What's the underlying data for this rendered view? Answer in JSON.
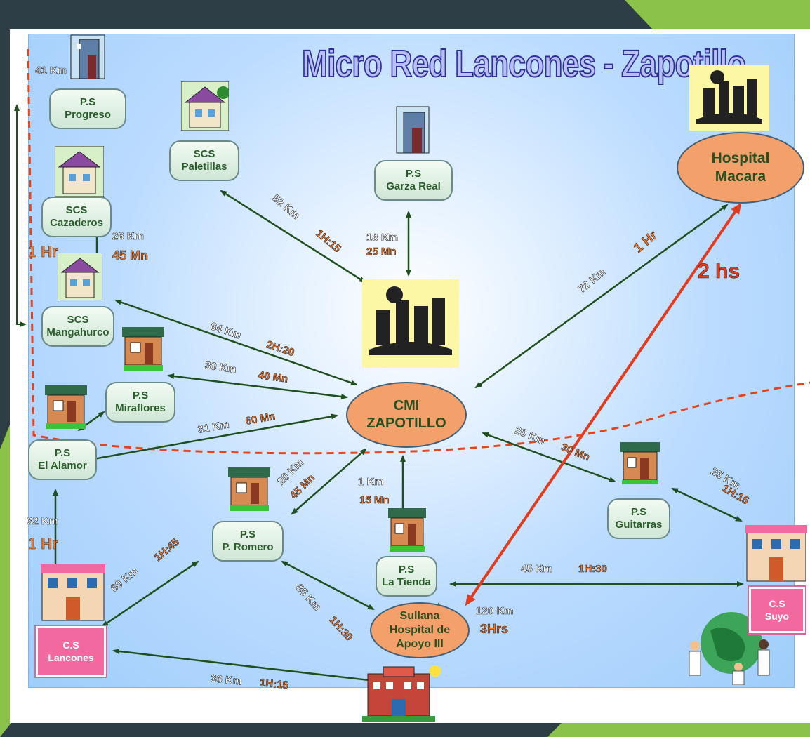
{
  "title": "Micro Red Lancones - Zapotillo",
  "nodes": {
    "progreso": [
      "P.S",
      "Progreso"
    ],
    "paletillas": [
      "SCS",
      "Paletillas"
    ],
    "garza_real": [
      "P.S",
      "Garza Real"
    ],
    "cazaderos": [
      "SCS",
      "Cazaderos"
    ],
    "mangahurco": [
      "SCS",
      "Mangahurco"
    ],
    "miraflores": [
      "P.S",
      "Miraflores"
    ],
    "el_alamor": [
      "P.S",
      "El Alamor"
    ],
    "p_romero": [
      "P.S",
      "P. Romero"
    ],
    "la_tienda": [
      "P.S",
      "La Tienda"
    ],
    "guitarras": [
      "P.S",
      "Guitarras"
    ],
    "cmi": [
      "CMI",
      "ZAPOTILLO"
    ],
    "hospital_macara": [
      "Hospital",
      "Macara"
    ],
    "sullana": [
      "Sullana",
      "Hospital de",
      "Apoyo III"
    ],
    "cs_lancones": [
      "C.S",
      "Lancones"
    ],
    "cs_suyo": [
      "C.S",
      "Suyo"
    ]
  },
  "labels": {
    "progreso_km": "41 Km",
    "paletillas_km": "52 Km",
    "paletillas_t": "1H:15",
    "garza_km": "18 Km",
    "garza_t": "25 Mn",
    "cazaderos_km": "26 Km",
    "cazaderos_t": "45 Mn",
    "left_t": "1 Hr",
    "mangahurco_km": "64 Km",
    "mangahurco_t": "2H:20",
    "miraflores_km": "30 Km",
    "miraflores_t": "40 Mn",
    "alamor_km": "31 Km",
    "alamor_t": "60 Mn",
    "macara_km": "72 Km",
    "macara_t": "1 Hr",
    "sullana_macara_t": "2 hs",
    "guitarras_km": "20 Km",
    "guitarras_t": "30 Mn",
    "suyo_km": "25 Km",
    "suyo_t": "1H:15",
    "romero_km": "20 Km",
    "romero_t": "45 Mn",
    "tienda_km": "1 Km",
    "tienda_t": "15 Mn",
    "alamor_lancones_km": "32 Km",
    "alamor_lancones_t": "1 Hr",
    "lancones_romero_km": "60 Km",
    "lancones_romero_t": "1H:45",
    "romero_sullana_km": "85 Km",
    "romero_sullana_t": "1H:30",
    "tienda_suyo_km": "45 Km",
    "tienda_suyo_t": "1H:30",
    "sullana_km": "120 Km",
    "sullana_t": "3Hrs",
    "lancones_sullana_km": "36 Km",
    "lancones_sullana_t": "1H:15"
  },
  "colors": {
    "arrow": "#1f4f1f",
    "dashed_boundary": "#e8441c",
    "red_arrow": "#e33b1c",
    "oval_fill": "#f4a06b",
    "pink_box": "#f1699e"
  },
  "icons": [
    "house-icon",
    "city-icon",
    "building-icon",
    "globe-people-icon",
    "hospital-icon"
  ]
}
